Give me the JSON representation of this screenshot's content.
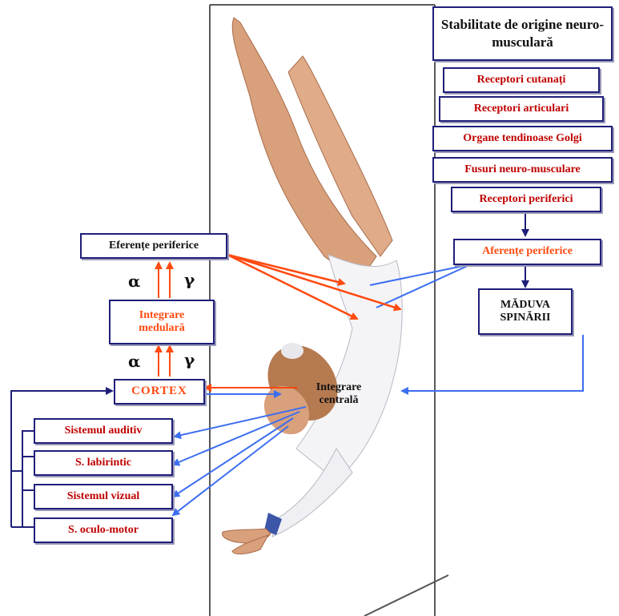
{
  "title": "Stabilitate de origine neuro-musculară",
  "receptors": [
    "Receptori cutanați",
    "Receptori articulari",
    "Organe tendinoase Golgi",
    "Fusuri neuro-musculare",
    "Receptori periferici"
  ],
  "aferente": "Aferențe periferice",
  "maduva": "MĂDUVA SPINĂRII",
  "eferente": "Eferențe periferice",
  "integrare_medulara": "Integrare medulară",
  "cortex": "CORTEX",
  "integrare_centrala": "Integrare centrală",
  "alpha": "α",
  "gamma": "γ",
  "senses": [
    "Sistemul auditiv",
    "S. labirintic",
    "Sistemul vizual",
    "S. oculo-motor"
  ],
  "colors": {
    "box_border": "#1f1f7a",
    "red_text": "#c00000",
    "orange": "#ff4a10",
    "blue_arrow": "#3c6ef0",
    "navy": "#1f1f7a"
  }
}
